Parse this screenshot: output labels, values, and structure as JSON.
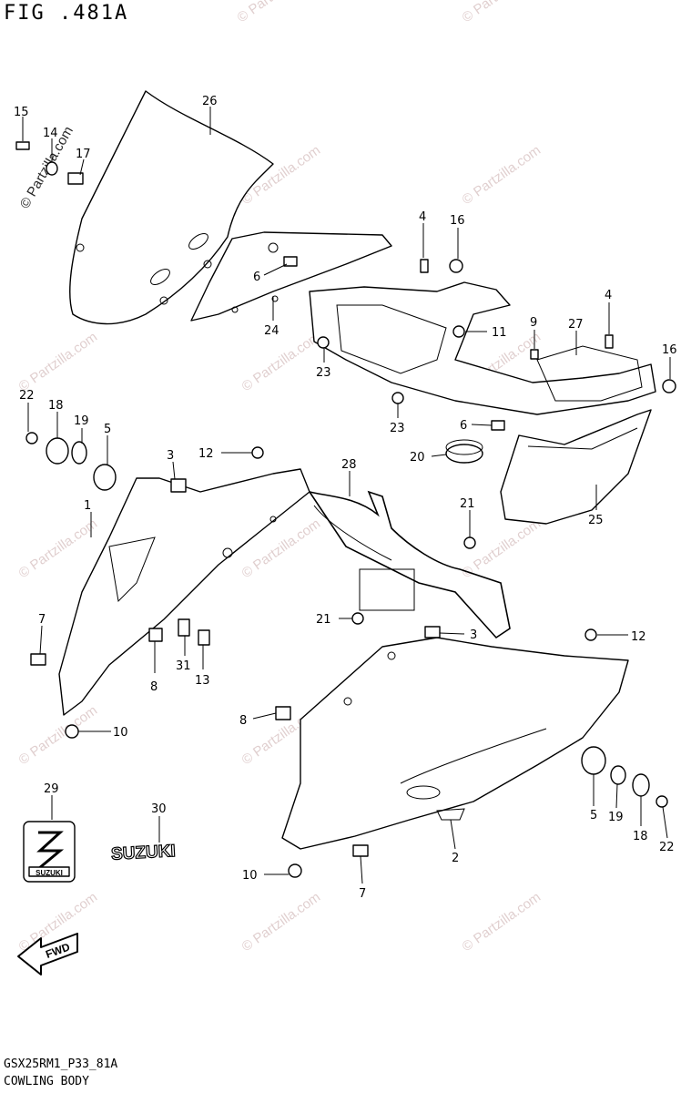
{
  "figure": {
    "title": "FIG .481A"
  },
  "footer": {
    "code": "GSX25RM1_P33_81A",
    "name": "COWLING BODY"
  },
  "watermark": {
    "text": "© Partzilla.com"
  },
  "badges": {
    "fwd": "FWD",
    "emblem": "SUZUKI",
    "logo_text": "SUZUKI"
  },
  "callouts": [
    {
      "id": "c15",
      "text": "15"
    },
    {
      "id": "c14",
      "text": "14"
    },
    {
      "id": "c17",
      "text": "17"
    },
    {
      "id": "c26",
      "text": "26"
    },
    {
      "id": "c6a",
      "text": "6"
    },
    {
      "id": "c24",
      "text": "24"
    },
    {
      "id": "c4a",
      "text": "4"
    },
    {
      "id": "c16a",
      "text": "16"
    },
    {
      "id": "c11",
      "text": "11"
    },
    {
      "id": "c23a",
      "text": "23"
    },
    {
      "id": "c9",
      "text": "9"
    },
    {
      "id": "c27",
      "text": "27"
    },
    {
      "id": "c4b",
      "text": "4"
    },
    {
      "id": "c16b",
      "text": "16"
    },
    {
      "id": "c23b",
      "text": "23"
    },
    {
      "id": "c6b",
      "text": "6"
    },
    {
      "id": "c22a",
      "text": "22"
    },
    {
      "id": "c18a",
      "text": "18"
    },
    {
      "id": "c19a",
      "text": "19"
    },
    {
      "id": "c5a",
      "text": "5"
    },
    {
      "id": "c3a",
      "text": "3"
    },
    {
      "id": "c12a",
      "text": "12"
    },
    {
      "id": "c20",
      "text": "20"
    },
    {
      "id": "c28",
      "text": "28"
    },
    {
      "id": "c1",
      "text": "1"
    },
    {
      "id": "c21a",
      "text": "21"
    },
    {
      "id": "c25",
      "text": "25"
    },
    {
      "id": "c7a",
      "text": "7"
    },
    {
      "id": "c21b",
      "text": "21"
    },
    {
      "id": "c3b",
      "text": "3"
    },
    {
      "id": "c12b",
      "text": "12"
    },
    {
      "id": "c8a",
      "text": "8"
    },
    {
      "id": "c31",
      "text": "31"
    },
    {
      "id": "c13",
      "text": "13"
    },
    {
      "id": "c10a",
      "text": "10"
    },
    {
      "id": "c8b",
      "text": "8"
    },
    {
      "id": "c29",
      "text": "29"
    },
    {
      "id": "c30",
      "text": "30"
    },
    {
      "id": "c5b",
      "text": "5"
    },
    {
      "id": "c19b",
      "text": "19"
    },
    {
      "id": "c18b",
      "text": "18"
    },
    {
      "id": "c22b",
      "text": "22"
    },
    {
      "id": "c2",
      "text": "2"
    },
    {
      "id": "c10b",
      "text": "10"
    },
    {
      "id": "c7b",
      "text": "7"
    }
  ]
}
